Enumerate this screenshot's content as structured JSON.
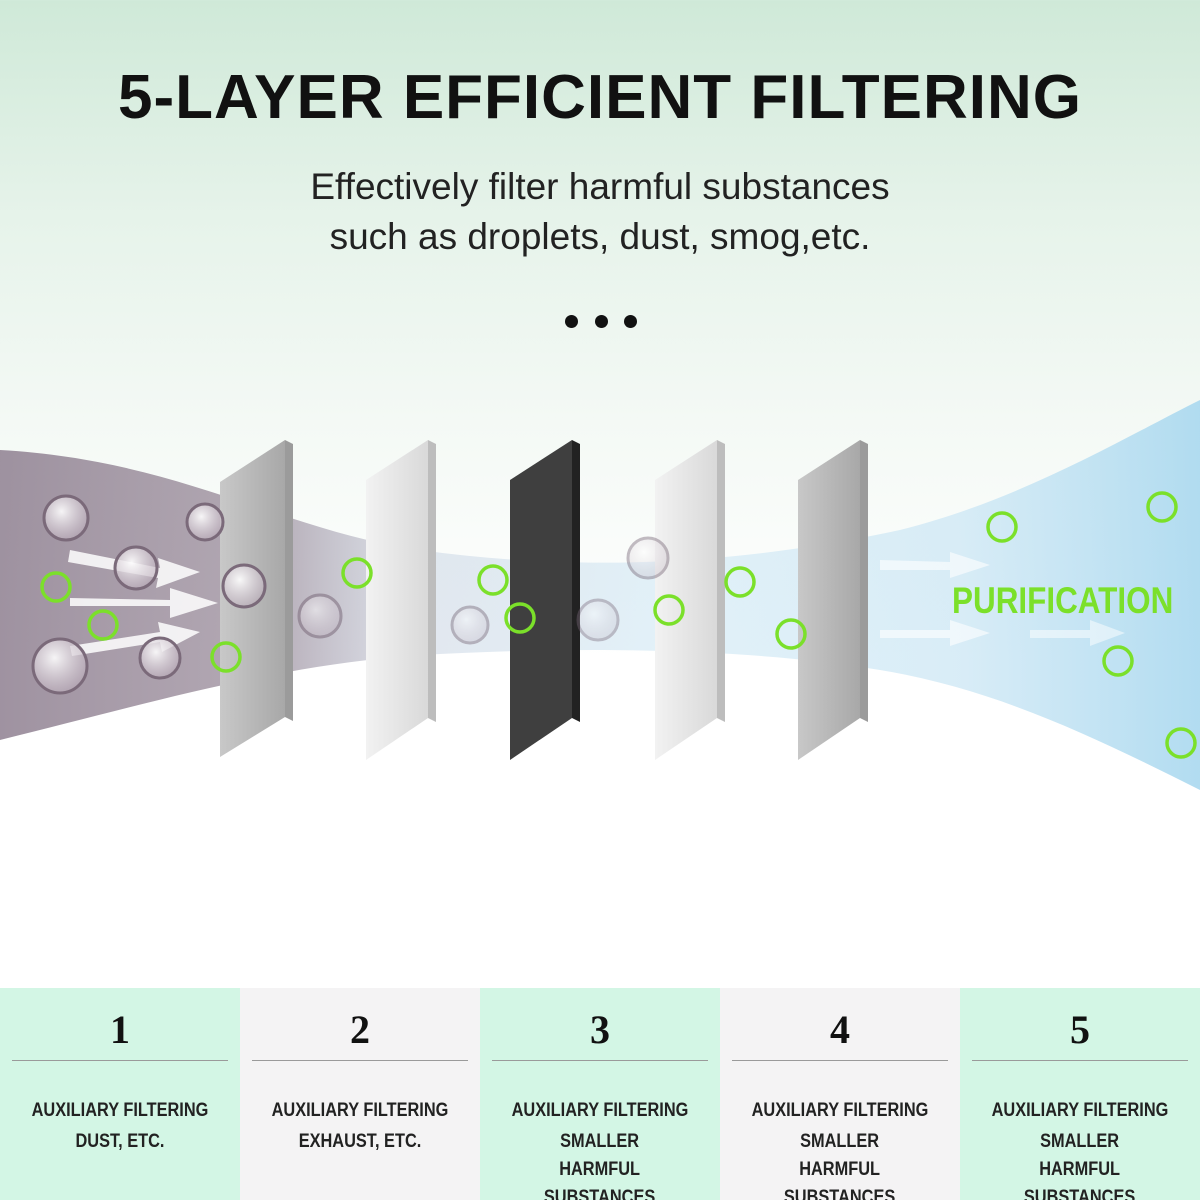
{
  "header": {
    "title": "5-LAYER EFFICIENT FILTERING",
    "subtitle_line1": "Effectively filter harmful substances",
    "subtitle_line2": "such as droplets, dust, smog,etc."
  },
  "scene": {
    "label": "PURIFICATION",
    "label_color": "#7be02a",
    "icons": [
      "dirty-particle-icon",
      "clean-particle-icon",
      "arrow-icon",
      "filter-layer-icon"
    ]
  },
  "layers": [
    {
      "number": "1",
      "line1": "AUXILIARY FILTERING",
      "line2": "DUST, ETC."
    },
    {
      "number": "2",
      "line1": "AUXILIARY FILTERING",
      "line2": "EXHAUST, ETC."
    },
    {
      "number": "3",
      "line1": "AUXILIARY FILTERING",
      "line2": "SMALLER HARMFUL SUBSTANCES"
    },
    {
      "number": "4",
      "line1": "AUXILIARY FILTERING",
      "line2": "SMALLER HARMFUL SUBSTANCES"
    },
    {
      "number": "5",
      "line1": "AUXILIARY FILTERING",
      "line2": "SMALLER HARMFUL SUBSTANCES"
    }
  ],
  "colors": {
    "accent_green": "#7be02a",
    "dirty_air": "#8e7f90",
    "clean_air": "#a9d8ef",
    "cell_green": "#d3f6e5",
    "cell_gray": "#f4f3f4",
    "carbon_layer": "#3f3f3f"
  }
}
